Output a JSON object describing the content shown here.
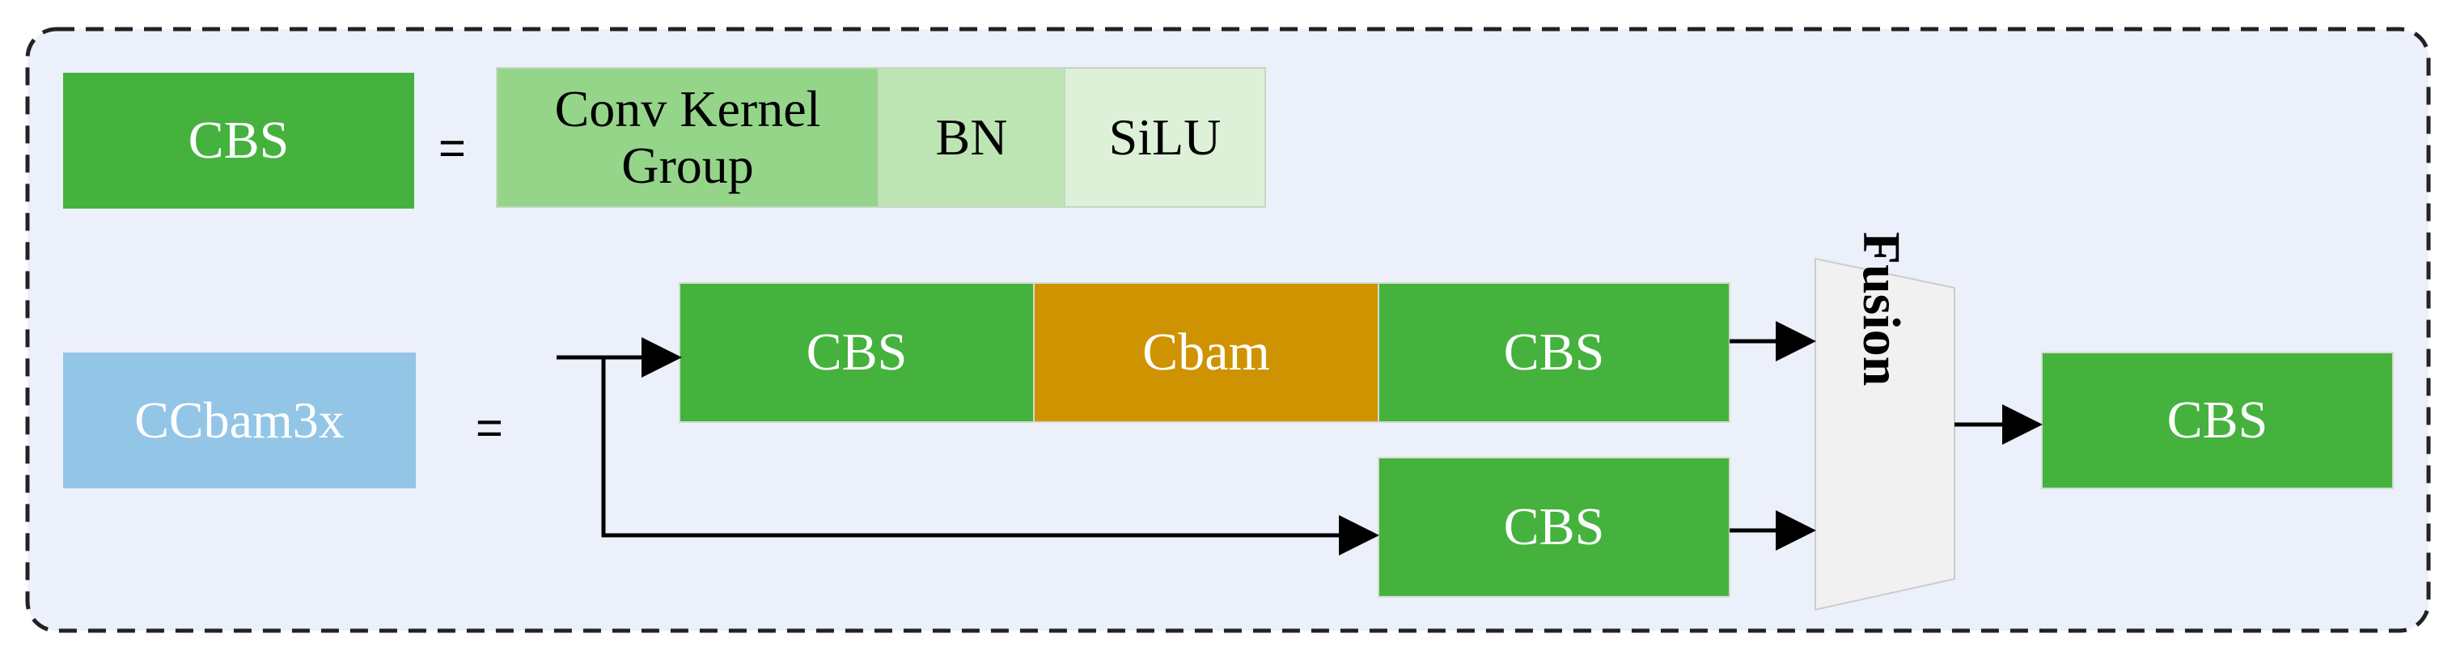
{
  "colors": {
    "panel_bg": "#ecf0fa",
    "panel_border": "#222222",
    "cbs_green": "#44b23d",
    "conv_green": "#95d58a",
    "bn_green": "#bde5b4",
    "silu_green": "#ddf1d8",
    "cbam_orange": "#cf9200",
    "ccbam_blue": "#93c5e7",
    "fusion_gray": "#f1f1f1",
    "arrow": "#000000"
  },
  "legend": {
    "cbs_label": "CBS",
    "equals": "=",
    "conv_kernel_group_line1": "Conv Kernel",
    "conv_kernel_group_line2": "Group",
    "bn_label": "BN",
    "silu_label": "SiLU"
  },
  "ccbam": {
    "label": "CCbam3x",
    "equals": "=",
    "top_branch": {
      "cbs_a": "CBS",
      "cbam": "Cbam",
      "cbs_b": "CBS"
    },
    "bottom_branch": {
      "cbs": "CBS"
    },
    "fusion_label": "Fusion",
    "output_cbs": "CBS"
  }
}
